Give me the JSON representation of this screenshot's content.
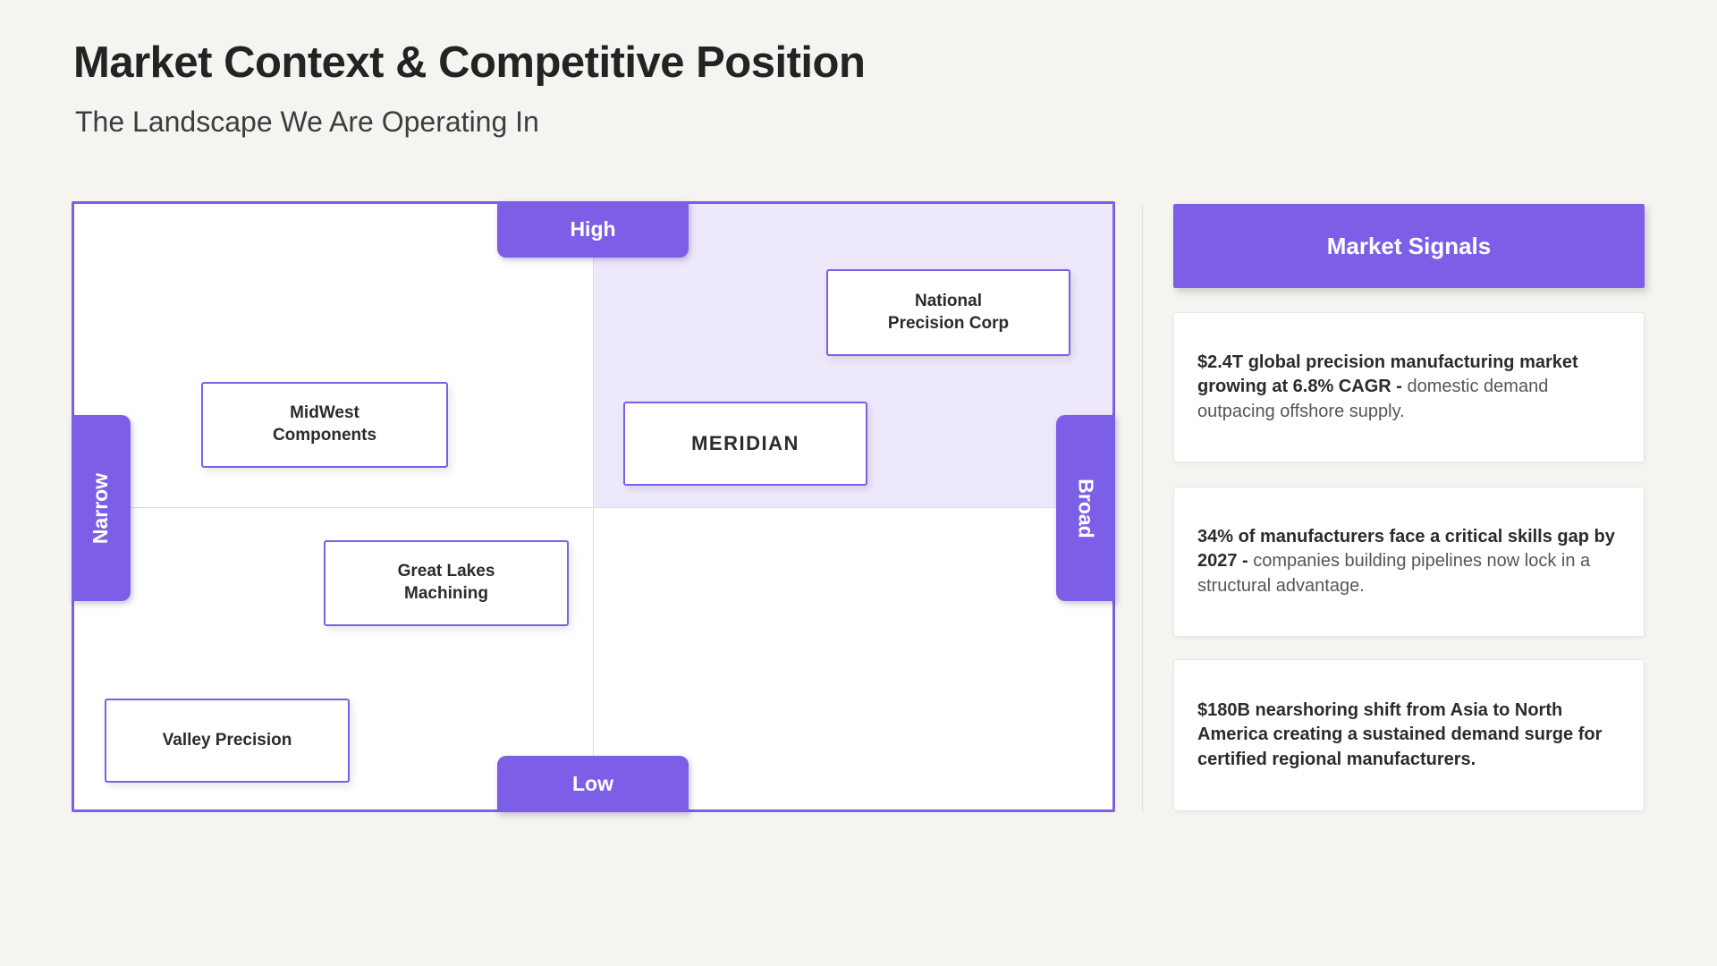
{
  "page": {
    "title": "Market Context & Competitive Position",
    "subtitle": "The Landscape We Are Operating In"
  },
  "matrix": {
    "axis": {
      "top": "High",
      "bottom": "Low",
      "left": "Narrow",
      "right": "Broad"
    },
    "companies": [
      {
        "name": "National\nPrecision Corp",
        "quadrant": "high-broad"
      },
      {
        "name": "MidWest\nComponents",
        "quadrant": "high-narrow"
      },
      {
        "name": "MERIDIAN",
        "quadrant": "high-broad"
      },
      {
        "name": "Great Lakes\nMachining",
        "quadrant": "low-narrow"
      },
      {
        "name": "Valley Precision",
        "quadrant": "low-narrow"
      }
    ],
    "highlight_color": "#EDE9FB"
  },
  "signals": {
    "header": "Market Signals",
    "cards": [
      {
        "bold": "$2.4T global precision manufacturing market growing at 6.8% CAGR -",
        "normal": " domestic demand outpacing offshore supply."
      },
      {
        "bold": "34% of manufacturers face a critical skills gap by 2027 -",
        "normal": " companies building pipelines now lock in a structural advantage."
      },
      {
        "bold": "$180B nearshoring shift from Asia to North America creating a sustained demand surge for certified regional manufacturers.",
        "normal": ""
      }
    ]
  },
  "colors": {
    "accent": "#7D5FE7",
    "background": "#F5F4F1"
  }
}
